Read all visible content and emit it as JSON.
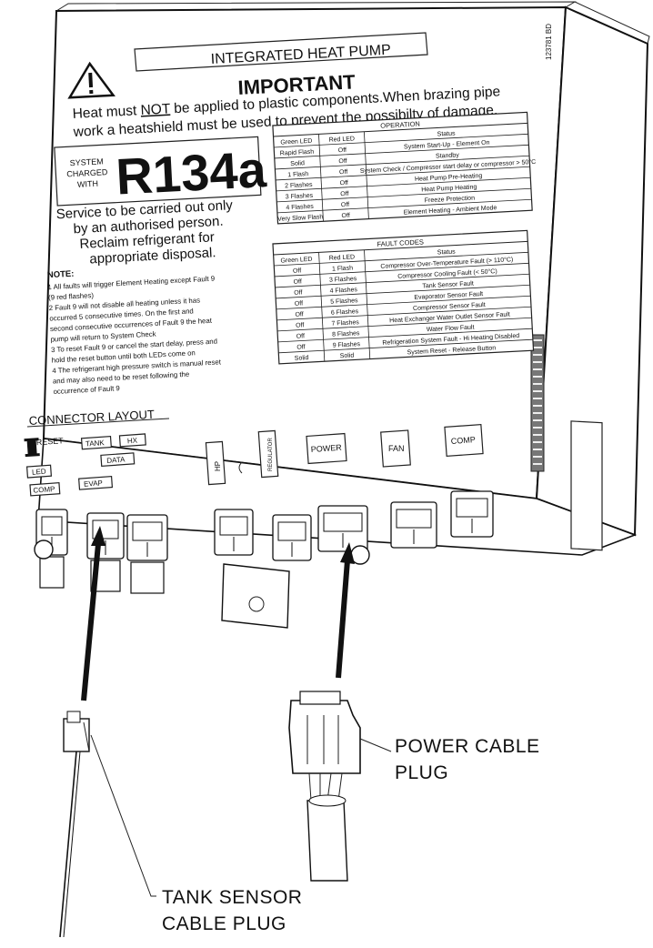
{
  "unit": {
    "banner": "INTEGRATED HEAT PUMP",
    "important": "IMPORTANT",
    "side_code": "123781 BD",
    "warning": {
      "line1_pre": "Heat must ",
      "line1_not": "NOT",
      "line1_post": " be applied to plastic components.When brazing pipe",
      "line2": "work a heatshield must be used to prevent the possibilty of damage."
    },
    "refrigerant": {
      "system_l1": "SYSTEM",
      "system_l2": "CHARGED",
      "system_l3": "WITH",
      "code": "R134a"
    },
    "service": [
      "Service to be carried out only",
      "by an authorised person.",
      "Reclaim refrigerant for",
      "appropriate disposal."
    ],
    "note_title": "NOTE:",
    "notes": [
      "1  All faults will trigger Element Heating  except Fault 9",
      "   (9 red flashes)",
      "2  Fault 9 will not disable all heating unless it has",
      "   occurred 5 consecutive times. On the first and",
      "   second consecutive occurrences of Fault 9  the heat",
      "   pump will return to System Check",
      "3  To reset Fault 9 or cancel the start delay, press and",
      "   hold the reset button until both LEDs come on",
      "4  The refrigerant high pressure switch is manual reset",
      "   and may also need to be reset following the",
      "   occurrence of Fault 9"
    ],
    "operation": {
      "title": "OPERATION",
      "headers": [
        "Green LED",
        "Red LED",
        "Status"
      ],
      "rows": [
        [
          "Rapid Flash",
          "Off",
          "System Start-Up - Element On"
        ],
        [
          "Solid",
          "Off",
          "Standby"
        ],
        [
          "1 Flash",
          "Off",
          "System Check / Compressor start delay or compressor > 50°C"
        ],
        [
          "2 Flashes",
          "Off",
          "Heat Pump Pre-Heating"
        ],
        [
          "3 Flashes",
          "Off",
          "Heat Pump Heating"
        ],
        [
          "4 Flashes",
          "Off",
          "Freeze Protection"
        ],
        [
          "Very Slow Flash",
          "Off",
          "Element Heating - Ambient Mode"
        ]
      ]
    },
    "faults": {
      "title": "FAULT CODES",
      "headers": [
        "Green LED",
        "Red LED",
        "Status"
      ],
      "rows": [
        [
          "Off",
          "1 Flash",
          "Compressor Over-Temperature Fault (> 110°C)"
        ],
        [
          "Off",
          "3 Flashes",
          "Compressor Cooling Fault (< 50°C)"
        ],
        [
          "Off",
          "4 Flashes",
          "Tank Sensor Fault"
        ],
        [
          "Off",
          "5 Flashes",
          "Evaporator Sensor Fault"
        ],
        [
          "Off",
          "6 Flashes",
          "Compressor Sensor Fault"
        ],
        [
          "Off",
          "7 Flashes",
          "Heat Exchanger Water Outlet Sensor Fault"
        ],
        [
          "Off",
          "8 Flashes",
          "Water Flow Fault"
        ],
        [
          "Off",
          "9 Flashes",
          "Refrigeration System Fault - Hi Heating Disabled"
        ],
        [
          "Solid",
          "Solid",
          "System Reset - Release Button"
        ]
      ]
    },
    "connector_layout": {
      "title": "CONNECTOR LAYOUT",
      "reset": "RESET",
      "led": "LED",
      "comp_small": "COMP",
      "tank": "TANK",
      "hx": "HX",
      "data": "DATA",
      "evap": "EVAP",
      "hp": "HP",
      "regulator": "REGULATOR",
      "power": "POWER",
      "fan": "FAN",
      "comp": "COMP"
    }
  },
  "callouts": {
    "power_l1": "POWER CABLE",
    "power_l2": "PLUG",
    "tank_l1": "TANK SENSOR",
    "tank_l2": "CABLE PLUG"
  }
}
